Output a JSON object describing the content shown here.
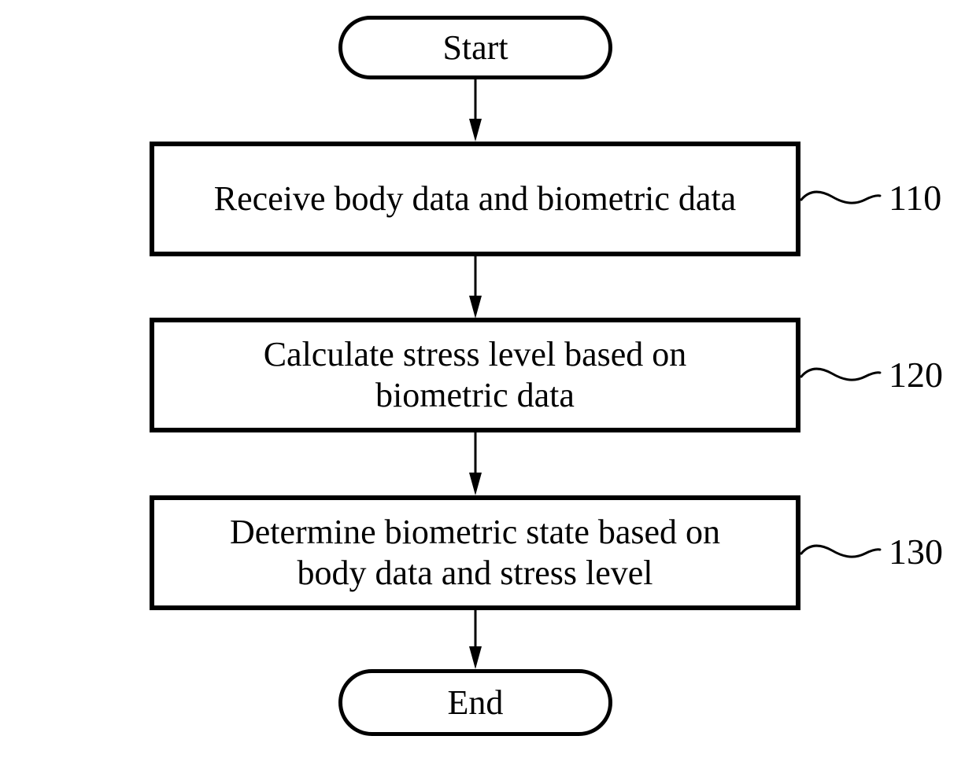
{
  "figure": {
    "background_color": "#ffffff",
    "line_color": "#000000",
    "nodes": [
      {
        "id": "start",
        "type": "terminal",
        "label": "Start"
      },
      {
        "id": "step-110",
        "type": "process",
        "lines": [
          "Receive body data and biometric data"
        ],
        "ref": "110"
      },
      {
        "id": "step-120",
        "type": "process",
        "lines": [
          "Calculate stress level based on",
          "biometric data"
        ],
        "ref": "120"
      },
      {
        "id": "step-130",
        "type": "process",
        "lines": [
          "Determine biometric state based on",
          "body data and stress level"
        ],
        "ref": "130"
      },
      {
        "id": "end",
        "type": "terminal",
        "label": "End"
      }
    ]
  }
}
